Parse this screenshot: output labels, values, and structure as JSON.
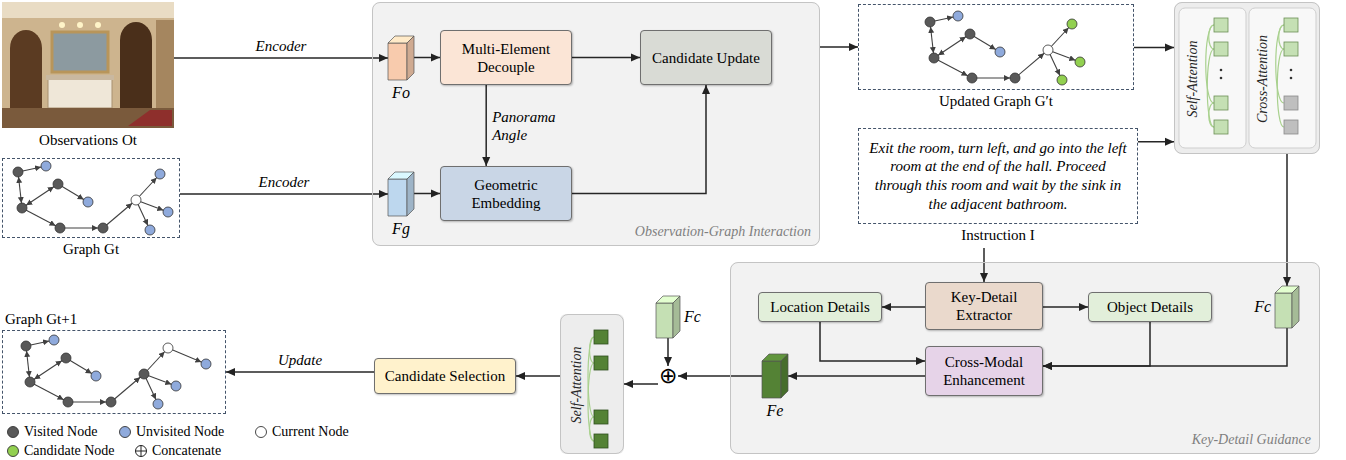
{
  "diagram": {
    "nodes": [
      {
        "text": [
          "Observations Ot"
        ]
      },
      {
        "text": [
          "Graph Gt"
        ]
      },
      {
        "text": [
          "Observation-Graph Interaction"
        ]
      },
      {
        "text": [
          "Fo"
        ],
        "in": 2
      },
      {
        "text": [
          "Fg"
        ],
        "in": 2
      },
      {
        "text": [
          "Multi-Element Decouple"
        ],
        "in": 2
      },
      {
        "text": [
          "Geometric Embedding"
        ],
        "in": 2
      },
      {
        "text": [
          "Candidate Update"
        ],
        "in": 2
      },
      {
        "text": [
          "Updated Graph G′t"
        ]
      },
      {
        "text": [
          "Exit the room, turn left, and go into the left room at the end of the hall. Proceed through this room and wait by the sink in the adjacent bathroom.",
          "Instruction I"
        ]
      },
      {
        "text": [
          "Self-Attention",
          "Cross-Attention"
        ]
      },
      {
        "text": [
          "Key-Detail Guidance"
        ]
      },
      {
        "text": [
          "Key-Detail Extractor"
        ],
        "in": 11
      },
      {
        "text": [
          "Location Details"
        ],
        "in": 11
      },
      {
        "text": [
          "Object Details"
        ],
        "in": 11
      },
      {
        "text": [
          "Cross-Modal Enhancement"
        ],
        "in": 11
      },
      {
        "text": [
          "Fc"
        ],
        "in": 11
      },
      {
        "text": [
          "Fe"
        ],
        "in": 11
      },
      {
        "text": [
          "Fc"
        ]
      },
      {
        "text": [
          "⊕"
        ]
      },
      {
        "text": [
          "Self-Attention"
        ]
      },
      {
        "text": [
          "Candidate Selection"
        ]
      },
      {
        "text": [
          "Graph Gt+1"
        ]
      }
    ],
    "edges": [
      {
        "from": 0,
        "to": 3,
        "arrow": "to",
        "label": "Encoder"
      },
      {
        "from": 1,
        "to": 4,
        "arrow": "to",
        "label": "Encoder"
      },
      {
        "from": 3,
        "to": 5,
        "arrow": "to"
      },
      {
        "from": 5,
        "to": 6,
        "arrow": "to",
        "label": "Panorama Angle"
      },
      {
        "from": 4,
        "to": 6,
        "arrow": "to"
      },
      {
        "from": 5,
        "to": 7,
        "arrow": "to"
      },
      {
        "from": 6,
        "to": 7,
        "arrow": "to"
      },
      {
        "from": 2,
        "to": 8,
        "arrow": "to"
      },
      {
        "from": 8,
        "to": 10,
        "arrow": "to"
      },
      {
        "from": 9,
        "to": 10,
        "arrow": "to"
      },
      {
        "from": 10,
        "to": 16,
        "arrow": "to"
      },
      {
        "from": 9,
        "to": 12,
        "arrow": "to"
      },
      {
        "from": 12,
        "to": 13,
        "arrow": "to"
      },
      {
        "from": 12,
        "to": 14,
        "arrow": "to"
      },
      {
        "from": 13,
        "to": 15,
        "arrow": "to"
      },
      {
        "from": 14,
        "to": 15,
        "arrow": "to"
      },
      {
        "from": 16,
        "to": 15,
        "arrow": "to"
      },
      {
        "from": 15,
        "to": 17,
        "arrow": "to"
      },
      {
        "from": 17,
        "to": 19,
        "arrow": "to"
      },
      {
        "from": 18,
        "to": 19,
        "arrow": "to"
      },
      {
        "from": 19,
        "to": 20,
        "arrow": "to"
      },
      {
        "from": 20,
        "to": 21,
        "arrow": "to"
      },
      {
        "from": 21,
        "to": 22,
        "arrow": "to",
        "label": "Update"
      }
    ],
    "legend": [
      {
        "text": "Visited Node",
        "color": "#595959"
      },
      {
        "text": "Unvisited Node",
        "color": "#8faadc"
      },
      {
        "text": "Current Node",
        "color": "#ffffff"
      },
      {
        "text": "Candidate Node",
        "color": "#92d050"
      },
      {
        "text": "Concatenate"
      }
    ]
  }
}
